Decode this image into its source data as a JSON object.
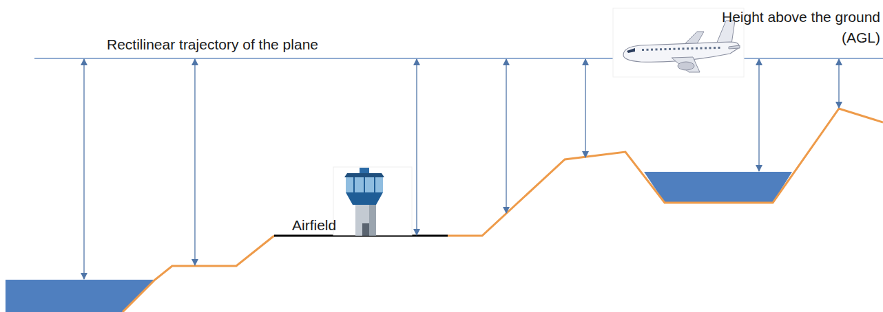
{
  "diagram": {
    "labels": [
      "Rectilinear trajectory of the plane",
      "Height above the ground (AGL)",
      "Airfield"
    ]
  }
}
